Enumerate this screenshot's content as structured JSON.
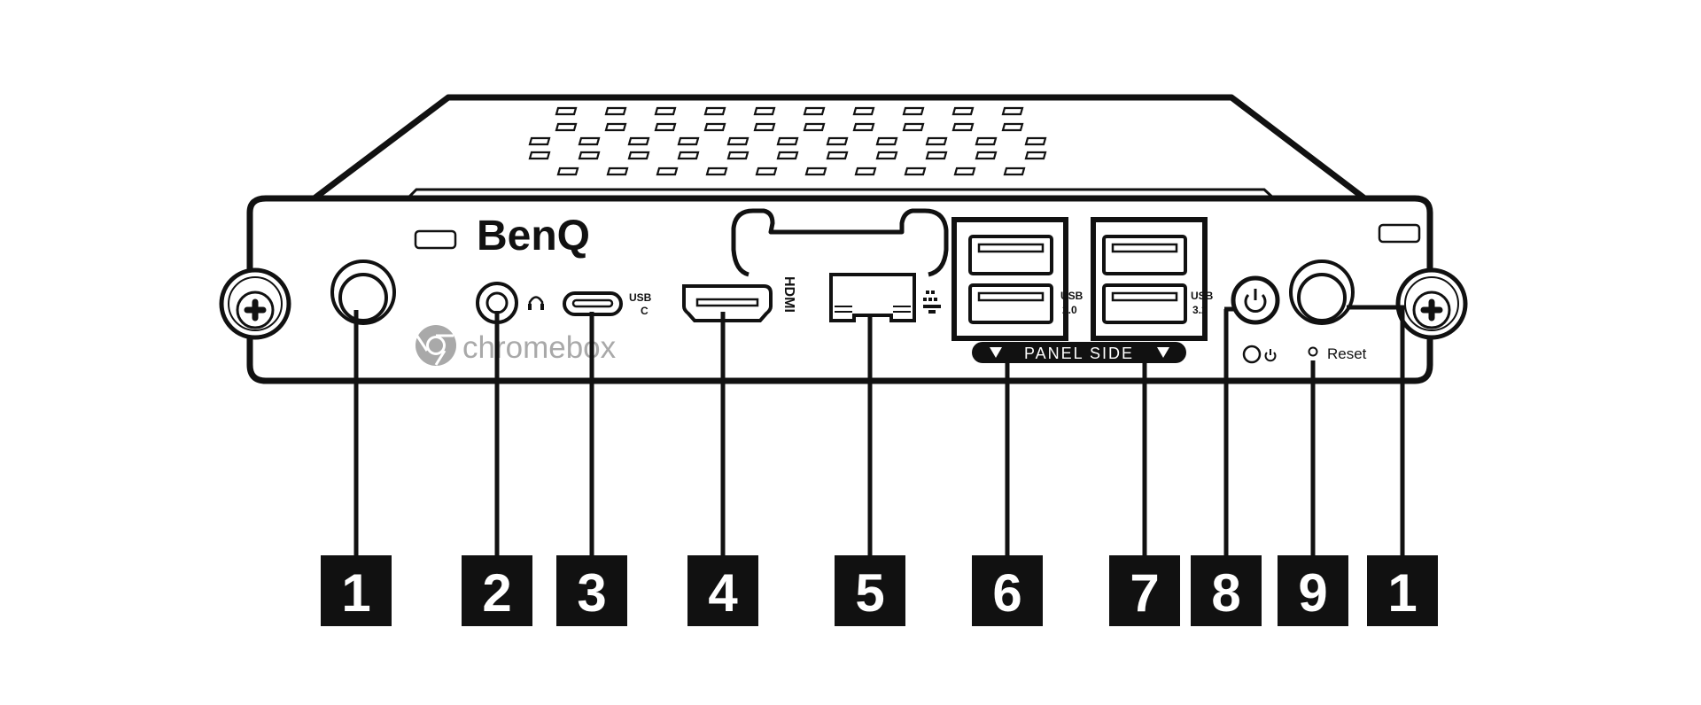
{
  "brand": {
    "logo": "BenQ",
    "product": "chromebox"
  },
  "port_labels": {
    "usb_c": [
      "USB",
      "C"
    ],
    "hdmi": "HDMI",
    "usb20": [
      "USB",
      "2.0"
    ],
    "usb32": [
      "USB",
      "3.2"
    ],
    "panel_side": "PANEL SIDE",
    "reset": "Reset"
  },
  "icons": {
    "headphone": "headphone-icon",
    "ethernet": "ethernet-icon",
    "power": "power-icon",
    "chrome": "chrome-logo-icon"
  },
  "callouts": [
    "1",
    "2",
    "3",
    "4",
    "5",
    "6",
    "7",
    "8",
    "9",
    "1"
  ],
  "colors": {
    "ink": "#111111",
    "callout_bg": "#111111",
    "callout_text": "#ffffff",
    "logo_gray": "#a9a9a9"
  }
}
